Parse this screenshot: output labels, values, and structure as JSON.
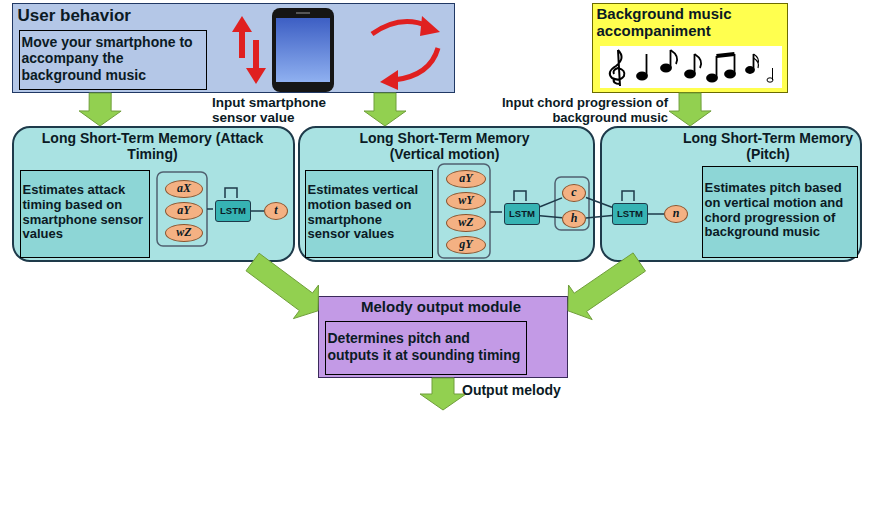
{
  "diagram": {
    "nodes": [
      {
        "text": [
          "User behavior"
        ]
      },
      {
        "text": [
          "Move your smartphone to accompany the background music"
        ],
        "in": 0
      },
      {
        "text": [
          "Background music accompaniment"
        ]
      },
      {
        "text": [
          "Long Short-Term Memory (Attack Timing)"
        ]
      },
      {
        "text": [
          "Estimates attack timing based on smartphone sensor values"
        ],
        "in": 3
      },
      {
        "text": [
          "aX"
        ],
        "in": 3
      },
      {
        "text": [
          "aY"
        ],
        "in": 3
      },
      {
        "text": [
          "wZ"
        ],
        "in": 3
      },
      {
        "text": [
          "LSTM"
        ],
        "in": 3
      },
      {
        "text": [
          "t"
        ],
        "in": 3
      },
      {
        "text": [
          "Long Short-Term Memory (Vertical motion)"
        ]
      },
      {
        "text": [
          "Estimates vertical motion based on smartphone sensor values"
        ],
        "in": 10
      },
      {
        "text": [
          "aY"
        ],
        "in": 10
      },
      {
        "text": [
          "wY"
        ],
        "in": 10
      },
      {
        "text": [
          "wZ"
        ],
        "in": 10
      },
      {
        "text": [
          "gY"
        ],
        "in": 10
      },
      {
        "text": [
          "LSTM"
        ],
        "in": 10
      },
      {
        "text": [
          "c"
        ],
        "in": 10
      },
      {
        "text": [
          "h"
        ],
        "in": 10
      },
      {
        "text": [
          "Long Short-Term Memory (Pitch)"
        ]
      },
      {
        "text": [
          "Estimates pitch based on vertical motion and chord progression of background music"
        ],
        "in": 19
      },
      {
        "text": [
          "LSTM"
        ],
        "in": 19
      },
      {
        "text": [
          "n"
        ],
        "in": 19
      },
      {
        "text": [
          "Melody output module"
        ]
      },
      {
        "text": [
          "Determines pitch and outputs it at sounding timing"
        ],
        "in": 23
      }
    ],
    "edges": [
      {
        "from": 0,
        "to": 3,
        "arrow": "to"
      },
      {
        "from": 0,
        "to": 10,
        "arrow": "to"
      },
      {
        "from": 2,
        "to": 19,
        "arrow": "to"
      },
      {
        "from": 3,
        "to": 23,
        "arrow": "to"
      },
      {
        "from": 19,
        "to": 23,
        "arrow": "to"
      },
      {
        "from": 8,
        "to": 9,
        "arrow": "none"
      },
      {
        "from": 16,
        "to": 17,
        "arrow": "none"
      },
      {
        "from": 16,
        "to": 18,
        "arrow": "none"
      },
      {
        "from": 17,
        "to": 21,
        "arrow": "none"
      },
      {
        "from": 18,
        "to": 21,
        "arrow": "none"
      },
      {
        "from": 21,
        "to": 22,
        "arrow": "none"
      }
    ],
    "labels": [
      "Input smartphone sensor value",
      "Input chord progression of background music",
      "Output melody"
    ]
  }
}
